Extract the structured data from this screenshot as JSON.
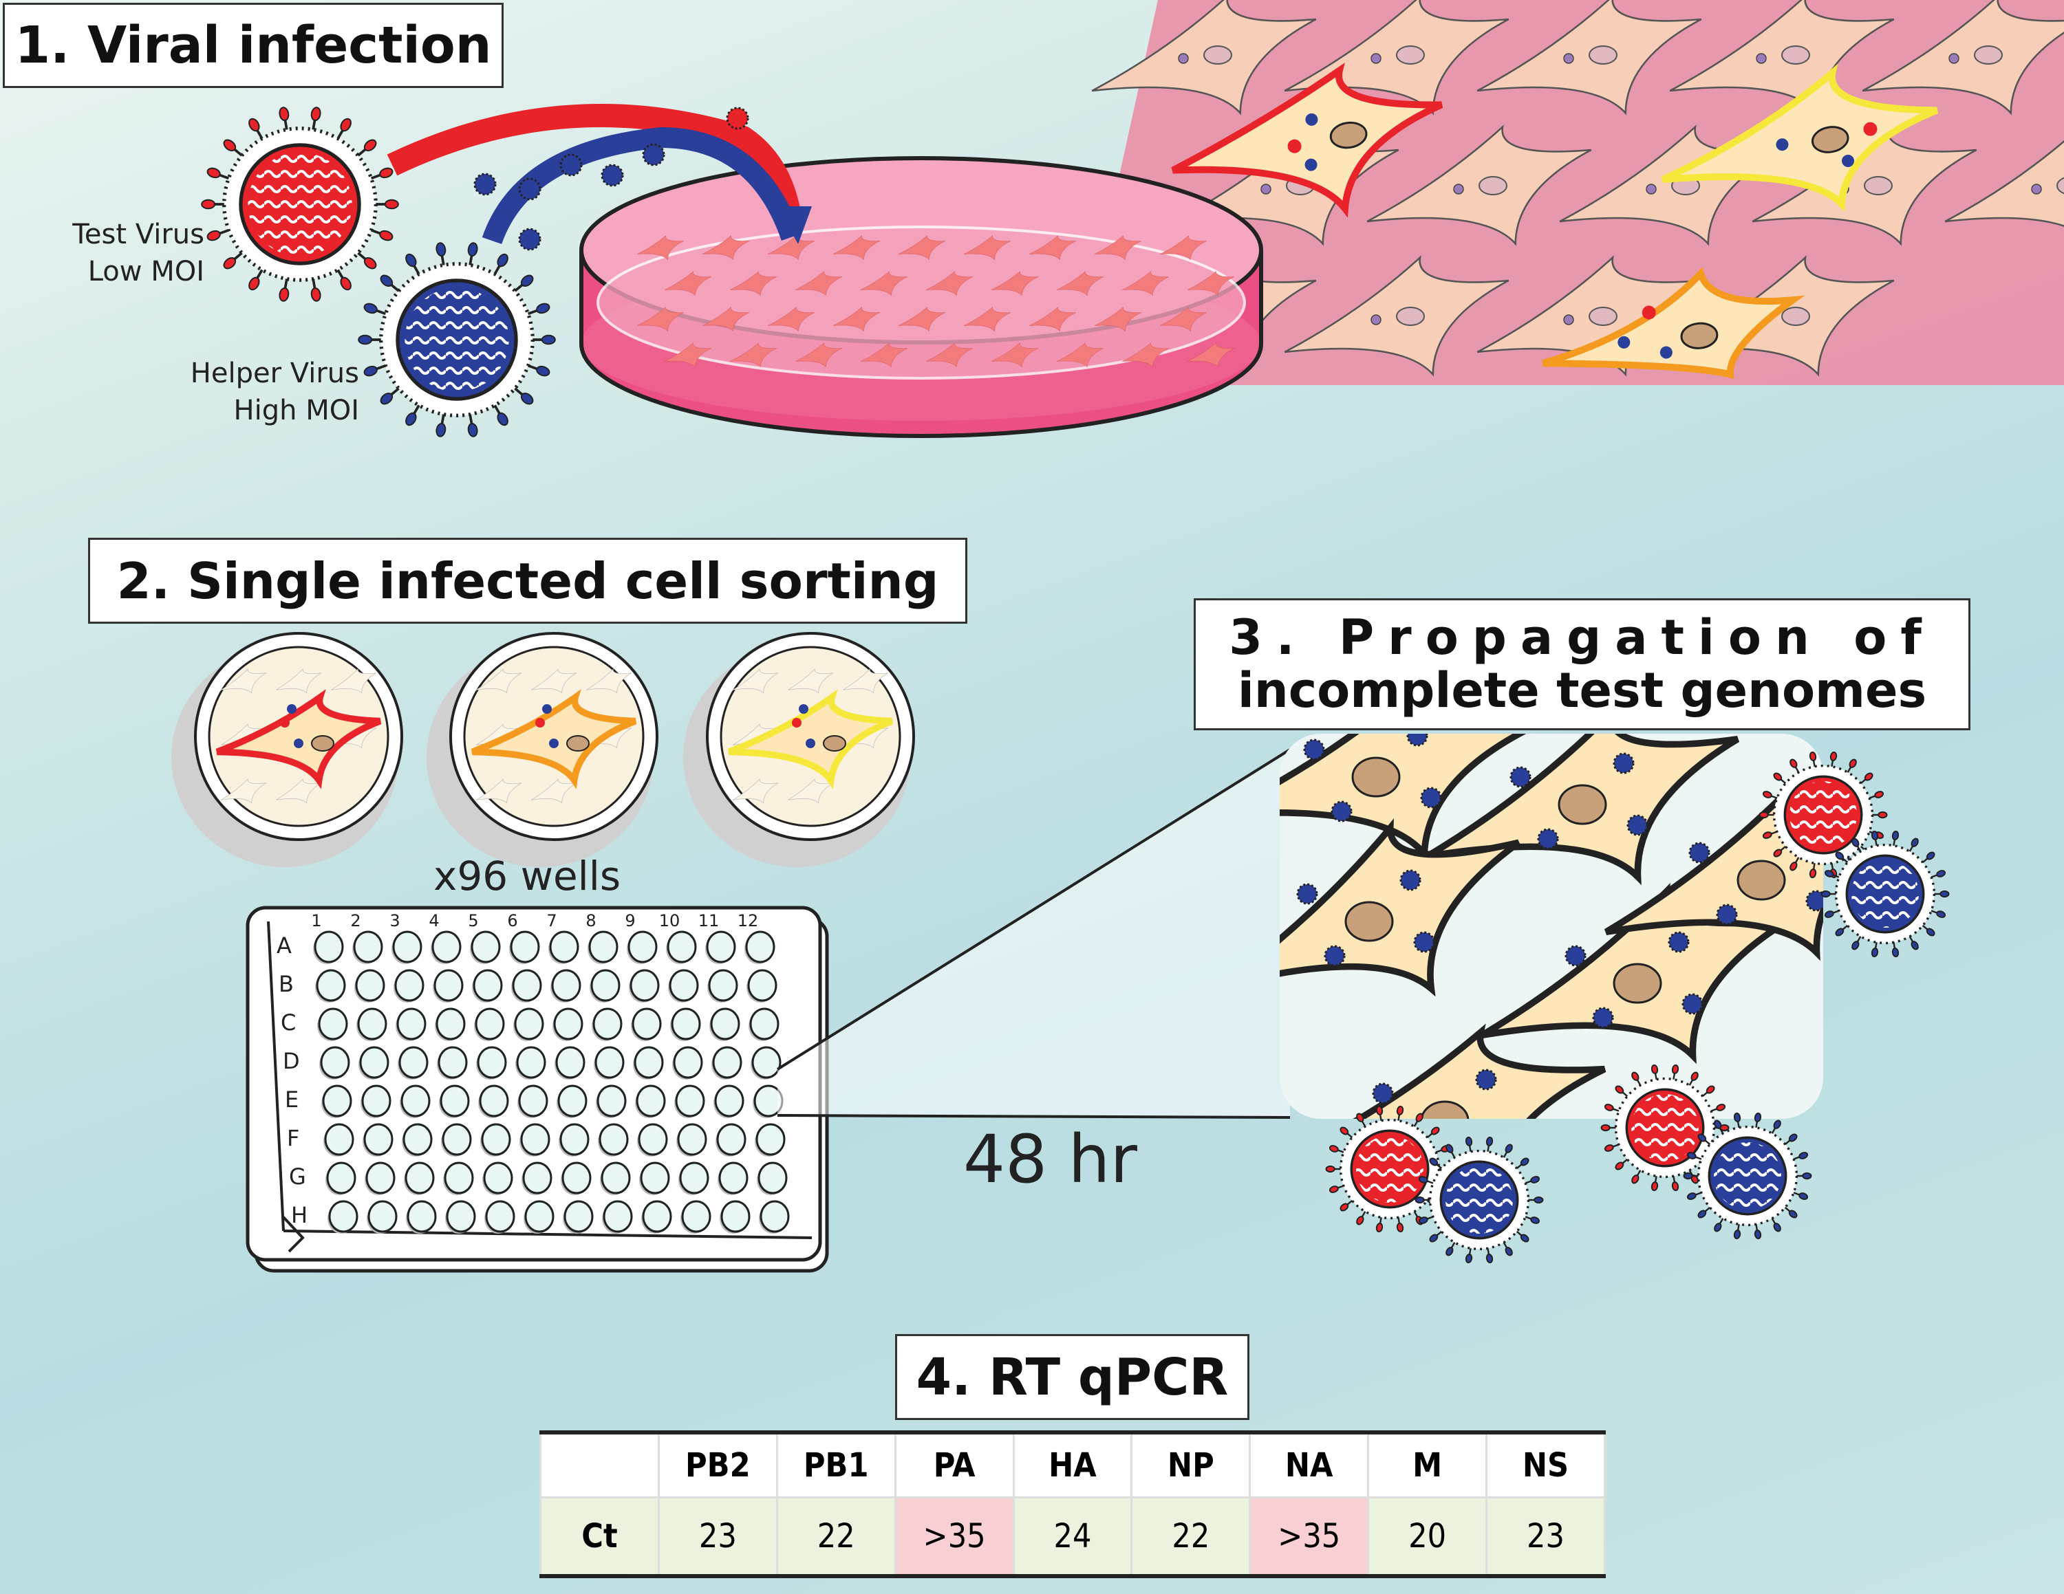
{
  "step1": {
    "title": "1. Viral infection",
    "test_virus": "Test Virus",
    "test_moi": "Low MOI",
    "helper_virus": "Helper Virus",
    "helper_moi": "High MOI"
  },
  "step2": {
    "title": "2. Single infected cell sorting",
    "wells_label": "x96 wells",
    "plate_columns": [
      "1",
      "2",
      "3",
      "4",
      "5",
      "6",
      "7",
      "8",
      "9",
      "10",
      "11",
      "12"
    ],
    "plate_rows": [
      "A",
      "B",
      "C",
      "D",
      "E",
      "F",
      "G",
      "H"
    ]
  },
  "step3": {
    "title_line1": "3. Propagation of",
    "title_line2": "incomplete test genomes",
    "time_label": "48 hr"
  },
  "step4": {
    "title": "4. RT qPCR",
    "table": {
      "row_header": "Ct",
      "columns": [
        "PB2",
        "PB1",
        "PA",
        "HA",
        "NP",
        "NA",
        "M",
        "NS"
      ],
      "values": [
        "23",
        "22",
        ">35",
        "24",
        "22",
        ">35",
        "20",
        "23"
      ],
      "highlighted": [
        false,
        false,
        true,
        false,
        false,
        true,
        false,
        false
      ]
    }
  },
  "colors": {
    "test_virus": "#e8232a",
    "helper_virus": "#2a3f9a",
    "cell": "#fde6b8",
    "tissue": "#e98fa6",
    "negative_cell": "#f8d0d4",
    "positive_cell": "#ebf3df"
  }
}
